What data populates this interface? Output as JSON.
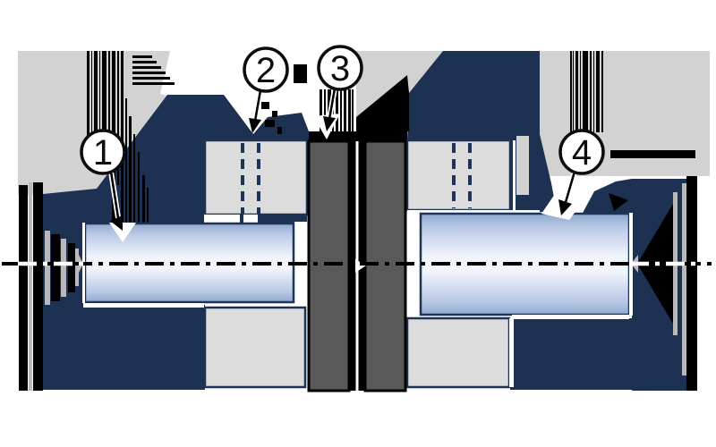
{
  "figure": {
    "kind": "coupling-cross-section-diagram"
  },
  "callouts": [
    {
      "label": "1"
    },
    {
      "label": "2"
    },
    {
      "label": "3"
    },
    {
      "label": "4"
    }
  ],
  "colors": {
    "white": "#ffffff",
    "black": "#000000",
    "navy": "#1d3153",
    "outline_navy": "#1e3355",
    "gray_bg": "#d2d2d2",
    "gray_sliver": "#b9b9b9",
    "hub_gray": "#dcdcdc",
    "disc_gray": "#595959",
    "shaft_edge": "#8fa8d0",
    "shaft_soft": "#b6c6e3",
    "shaft_light": "#f0f4fb",
    "callout_stroke": "#0d0d0d"
  }
}
